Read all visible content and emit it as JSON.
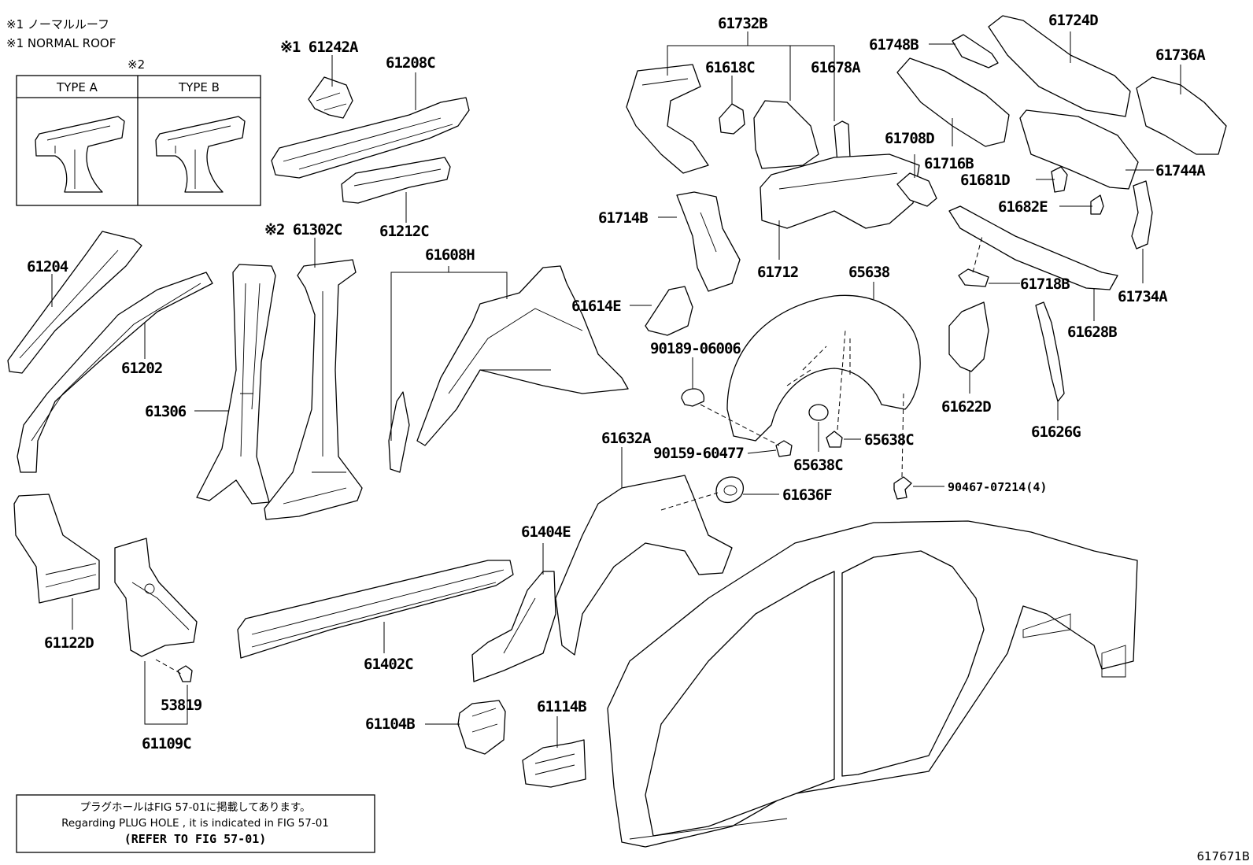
{
  "legend": {
    "note1_jp": "※1 ノーマルルーフ",
    "note1_en": "※1 NORMAL ROOF",
    "note2": "※2",
    "type_a": "TYPE A",
    "type_b": "TYPE B"
  },
  "footer_note": {
    "jp": "プラグホールはFIG 57-01に掲載してあります。",
    "en": "Regarding  PLUG  HOLE , it is indicated in FIG  57-01",
    "refer": "(REFER TO FIG 57-01)"
  },
  "figure_id": "617671B",
  "parts": {
    "p61242A": "※1 61242A",
    "p61208C": "61208C",
    "p61212C": "61212C",
    "p61204": "61204",
    "p61202": "61202",
    "p61302C": "※2 61302C",
    "p61306": "61306",
    "p61608H": "61608H",
    "p61122D": "61122D",
    "p61109C": "61109C",
    "p53819": "53819",
    "p61402C": "61402C",
    "p61404E": "61404E",
    "p61104B": "61104B",
    "p61114B": "61114B",
    "p61632A": "61632A",
    "p61636F": "61636F",
    "p61732B": "61732B",
    "p61618C": "61618C",
    "p61678A": "61678A",
    "p61714B": "61714B",
    "p61614E": "61614E",
    "p9018906006": "90189-06006",
    "p9015960477": "90159-60477",
    "p61712": "61712",
    "p65638": "65638",
    "p65638C_a": "65638C",
    "p65638C_b": "65638C",
    "p9046707214": "90467-07214(4)",
    "p61708D": "61708D",
    "p61748B": "61748B",
    "p61716B": "61716B",
    "p61724D": "61724D",
    "p61736A": "61736A",
    "p61744A": "61744A",
    "p61681D": "61681D",
    "p61682E": "61682E",
    "p61718B": "61718B",
    "p61734A": "61734A",
    "p61628B": "61628B",
    "p61622D": "61622D",
    "p61626G": "61626G"
  }
}
